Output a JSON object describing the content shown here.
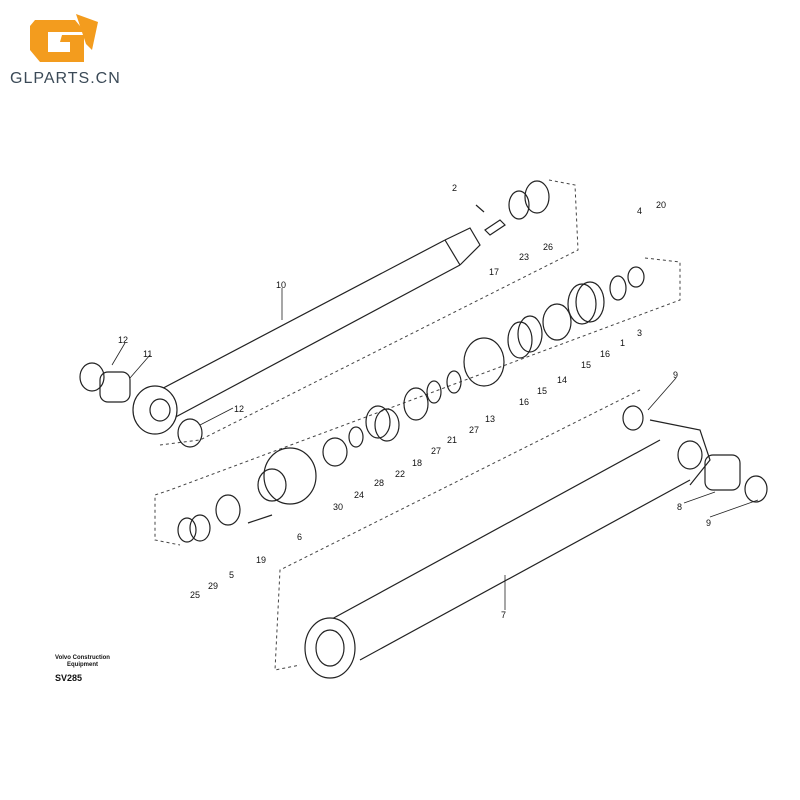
{
  "brand": {
    "text": "GLPARTS.CN",
    "logo_icon": "excavator-bucket-logo",
    "colors": {
      "orange": "#f39c1e",
      "text": "#3b4a57"
    }
  },
  "caption": {
    "line1": "Volvo Construction",
    "line2": "Equipment",
    "code": "SV285"
  },
  "callouts": [
    "1",
    "2",
    "3",
    "4",
    "5",
    "6",
    "7",
    "8",
    "9",
    "9",
    "10",
    "11",
    "12",
    "12",
    "13",
    "14",
    "15",
    "15",
    "16",
    "16",
    "17",
    "18",
    "19",
    "20",
    "21",
    "22",
    "23",
    "24",
    "25",
    "26",
    "27",
    "27",
    "28",
    "29",
    "30"
  ]
}
